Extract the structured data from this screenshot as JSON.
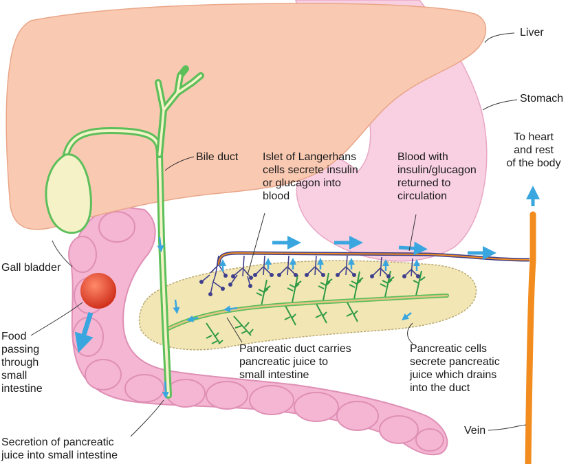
{
  "labels": {
    "liver": "Liver",
    "stomach": "Stomach",
    "to_heart": "To heart\nand rest\nof the body",
    "bile_duct": "Bile duct",
    "islet": "Islet of Langerhans\ncells secrete insulin\nor glucagon into\nblood",
    "blood_with": "Blood with\ninsulin/glucagon\nreturned to\ncirculation",
    "gall_bladder": "Gall bladder",
    "food": "Food\npassing\nthrough\nsmall\nintestine",
    "pancreatic_duct": "Pancreatic duct carries\npancreatic juice to\nsmall intestine",
    "pancreatic_cells": "Pancreatic cells\nsecrete pancreatic\njuice which drains\ninto the duct",
    "vein": "Vein",
    "secretion": "Secretion of pancreatic\njuice into small intestine"
  },
  "colors": {
    "liver": "#f9c9b2",
    "stomach": "#f8d0e2",
    "intestine": "#f4b6d2",
    "pancreas": "#f1e6b4",
    "bile_duct": "#5cbf5a",
    "gall_bladder": "#f5f2c8",
    "vein": "#f28c1e",
    "blood_vessel": "#3f3f8c",
    "arrow": "#3aa6e0",
    "food": "#e0412a"
  }
}
